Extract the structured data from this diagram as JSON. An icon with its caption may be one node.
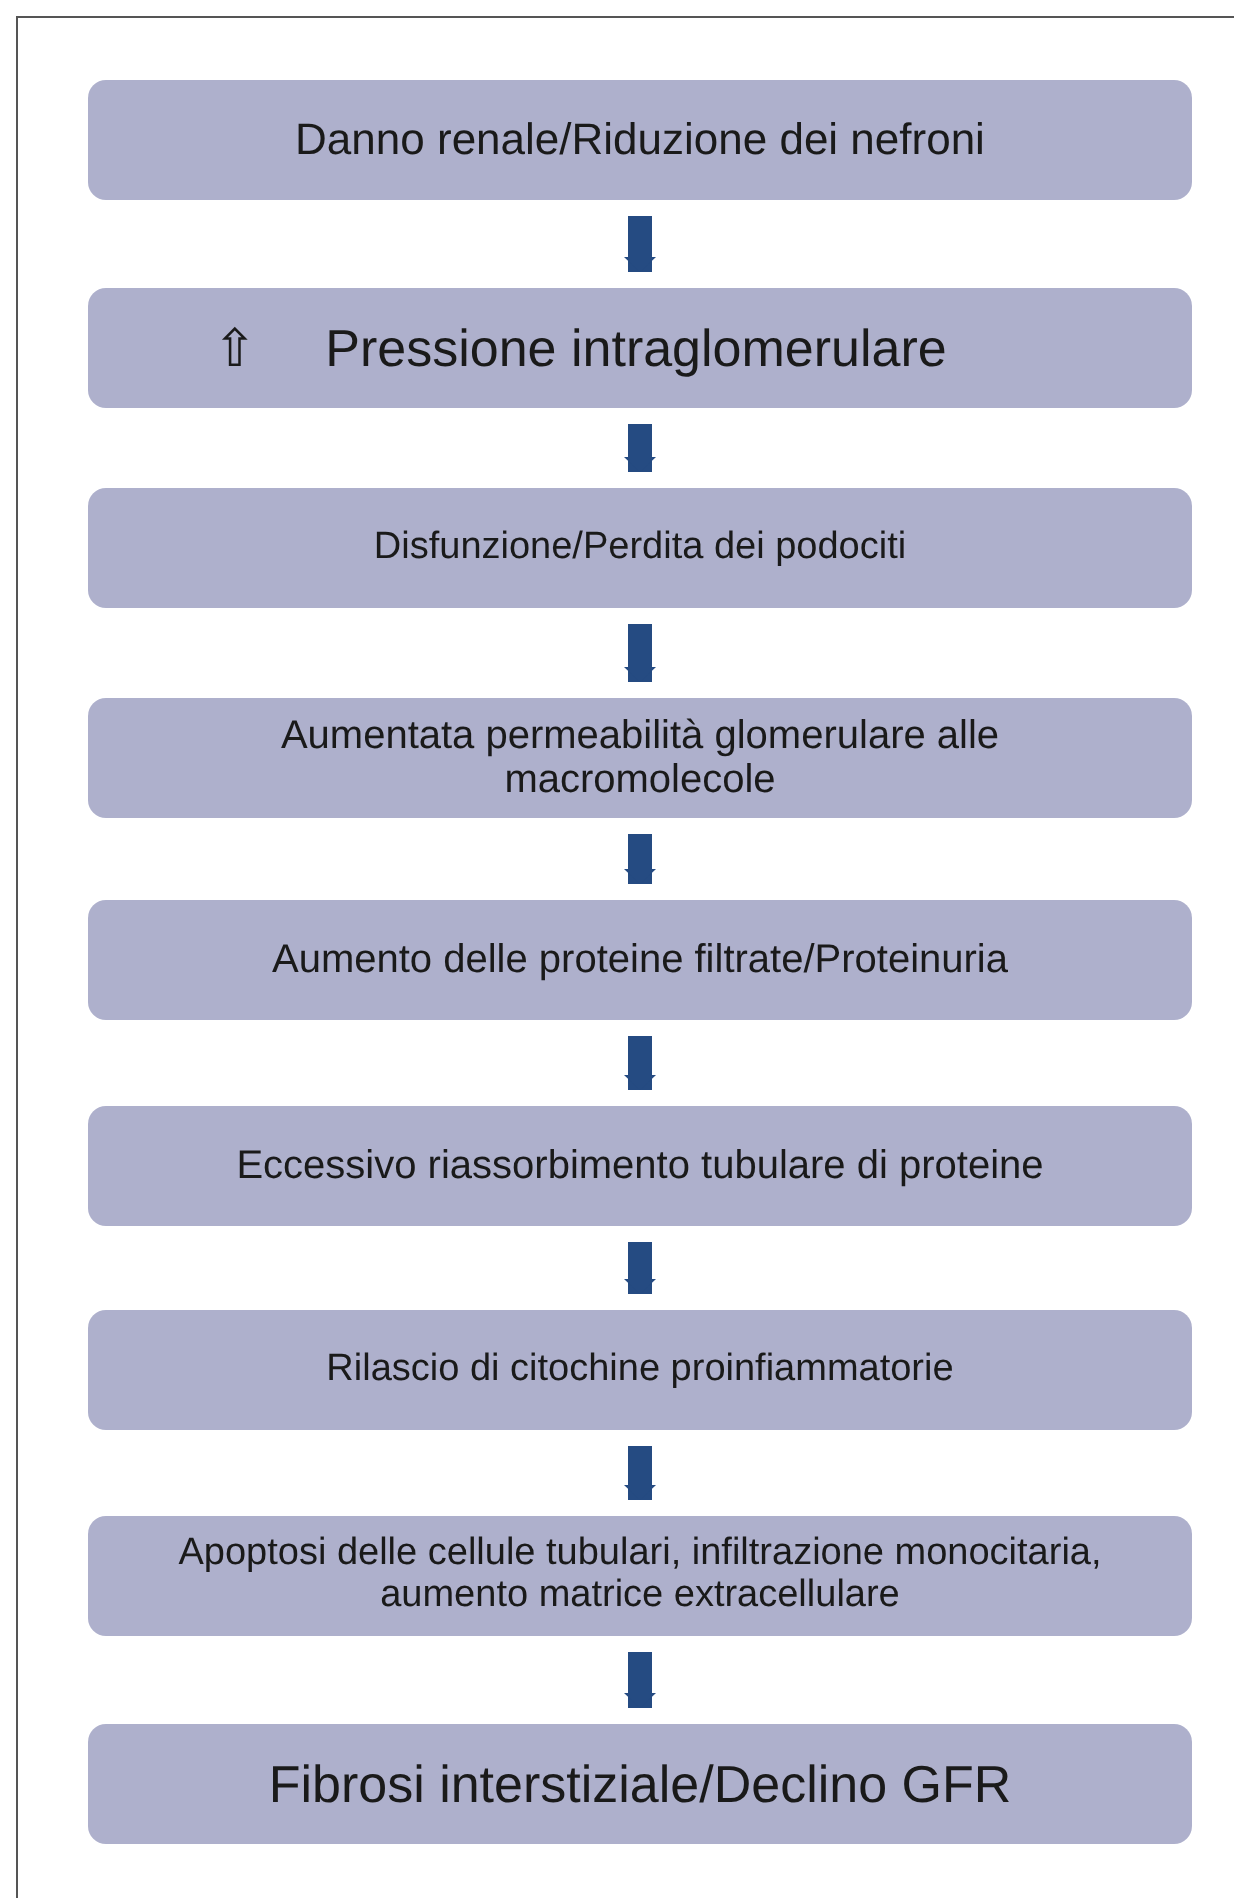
{
  "diagram": {
    "nodes": [
      {
        "text": [
          "Danno renale/Riduzione dei nefroni"
        ]
      },
      {
        "text": [
          "⇧",
          "Pressione intraglomerulare"
        ]
      },
      {
        "text": [
          "Disfunzione/Perdita dei podociti"
        ]
      },
      {
        "text": [
          "Aumentata permeabilità glomerulare alle macromolecole"
        ]
      },
      {
        "text": [
          "Aumento delle proteine filtrate/Proteinuria"
        ]
      },
      {
        "text": [
          "Eccessivo riassorbimento tubulare di proteine"
        ]
      },
      {
        "text": [
          "Rilascio di citochine proinfiammatorie"
        ]
      },
      {
        "text": [
          "Apoptosi delle cellule tubulari, infiltrazione monocitaria, aumento matrice extracellulare"
        ]
      },
      {
        "text": [
          "Fibrosi interstiziale/Declino GFR"
        ]
      }
    ],
    "edges": [
      {
        "from": 0,
        "to": 1,
        "arrow": "to"
      },
      {
        "from": 1,
        "to": 2,
        "arrow": "to"
      },
      {
        "from": 2,
        "to": 3,
        "arrow": "to"
      },
      {
        "from": 3,
        "to": 4,
        "arrow": "to"
      },
      {
        "from": 4,
        "to": 5,
        "arrow": "to"
      },
      {
        "from": 5,
        "to": 6,
        "arrow": "to"
      },
      {
        "from": 6,
        "to": 7,
        "arrow": "to"
      },
      {
        "from": 7,
        "to": 8,
        "arrow": "to"
      }
    ]
  }
}
